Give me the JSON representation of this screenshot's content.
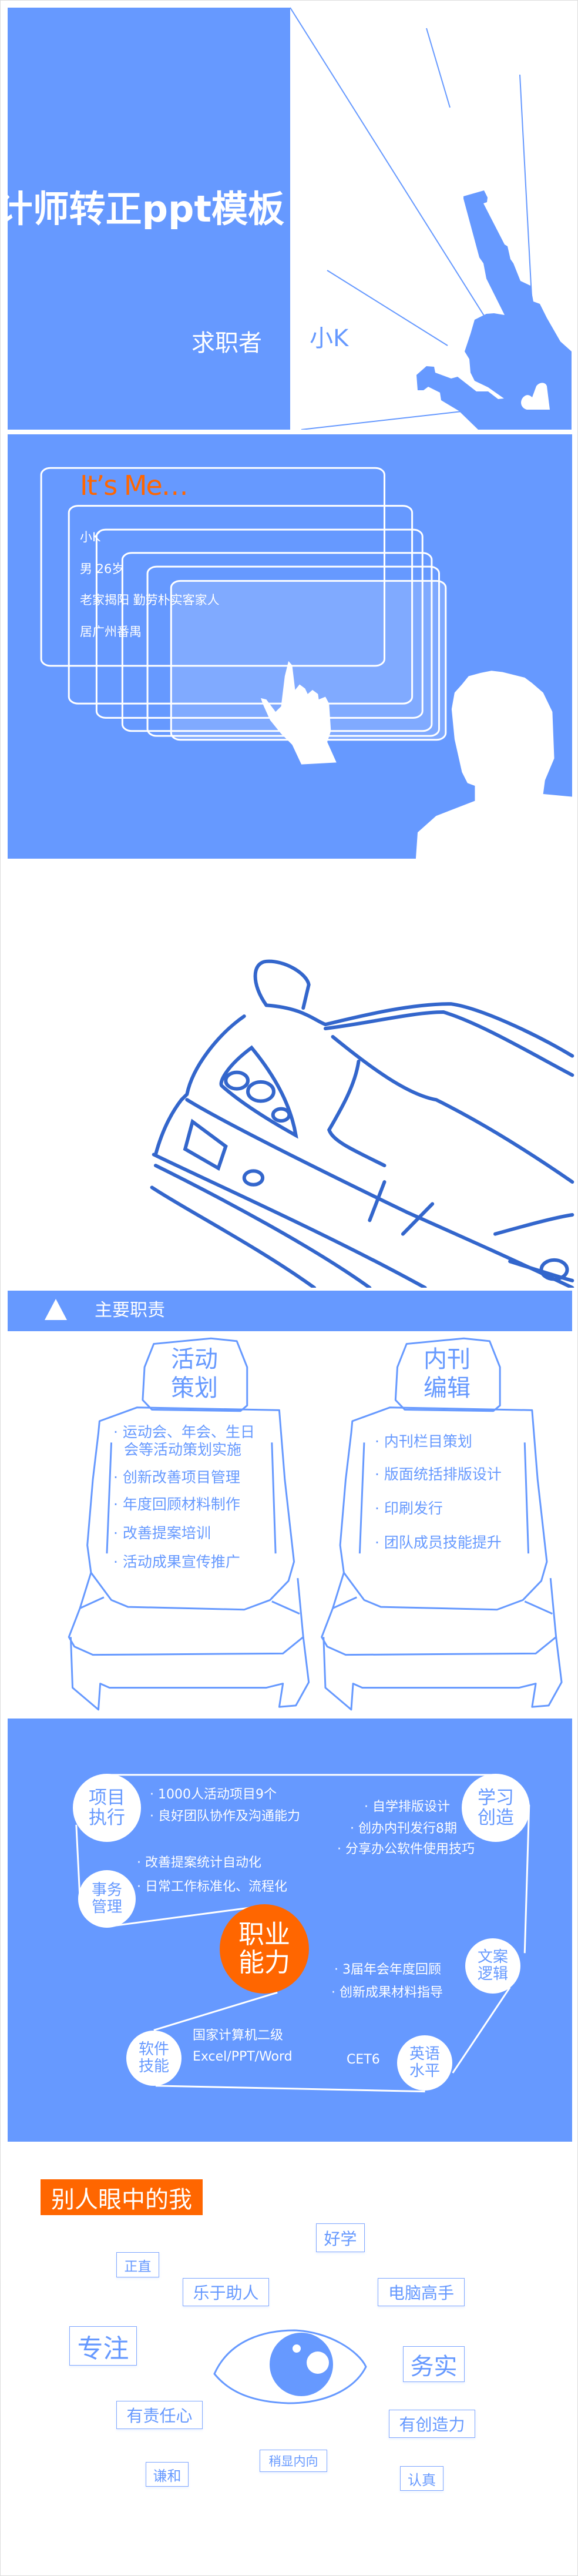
{
  "colors": {
    "primary": "#6699ff",
    "accent": "#ff6600",
    "sketch": "#3366cc",
    "white": "#ffffff"
  },
  "cover": {
    "title": "设计师转正ppt模板",
    "applicant_label": "求职者",
    "applicant_name": "小K",
    "silhouette": "cheering-person-icon"
  },
  "about": {
    "heading": "It’s Me…",
    "lines": [
      "小K",
      "男  26岁",
      "老家揭阳  勤劳朴实客家人",
      "居广州番禺"
    ],
    "illustration": "person-touching-screen-icon"
  },
  "car": {
    "illustration": "car-sketch-icon"
  },
  "duties": {
    "header": "主要职责",
    "header_icon": "triangle-icon",
    "seats": [
      {
        "title": [
          "活动",
          "策划"
        ],
        "items": [
          "运动会、年会、生日",
          "会等活动策划实施",
          "创新改善项目管理",
          "年度回顾材料制作",
          "改善提案培训",
          "活动成果宣传推广"
        ]
      },
      {
        "title": [
          "内刊",
          "编辑"
        ],
        "items": [
          "内刊栏目策划",
          "版面统括排版设计",
          "印刷发行",
          "团队成员技能提升"
        ]
      }
    ]
  },
  "skills": {
    "center": [
      "职业",
      "能力"
    ],
    "nodes": [
      {
        "label": [
          "项目",
          "执行"
        ],
        "items": [
          "· 1000人活动项目9个",
          "· 良好团队协作及沟通能力"
        ]
      },
      {
        "label": [
          "学习",
          "创造"
        ],
        "items": [
          "· 自学排版设计",
          "· 创办内刊发行8期",
          "· 分享办公软件使用技巧"
        ]
      },
      {
        "label": [
          "事务",
          "管理"
        ],
        "items": [
          "· 改善提案统计自动化",
          "· 日常工作标准化、流程化"
        ]
      },
      {
        "label": [
          "文案",
          "逻辑"
        ],
        "items": [
          "· 3届年会年度回顾",
          "· 创新成果材料指导"
        ]
      },
      {
        "label": [
          "软件",
          "技能"
        ],
        "items": [
          "国家计算机二级",
          "Excel/PPT/Word"
        ]
      },
      {
        "label": [
          "英语",
          "水平"
        ],
        "items": [
          "CET6"
        ]
      }
    ]
  },
  "others": {
    "header": "别人眼中的我",
    "eye": "eye-icon",
    "tags": [
      "好学",
      "正直",
      "乐于助人",
      "电脑高手",
      "专注",
      "务实",
      "有责任心",
      "有创造力",
      "谦和",
      "稍显内向",
      "认真"
    ]
  }
}
